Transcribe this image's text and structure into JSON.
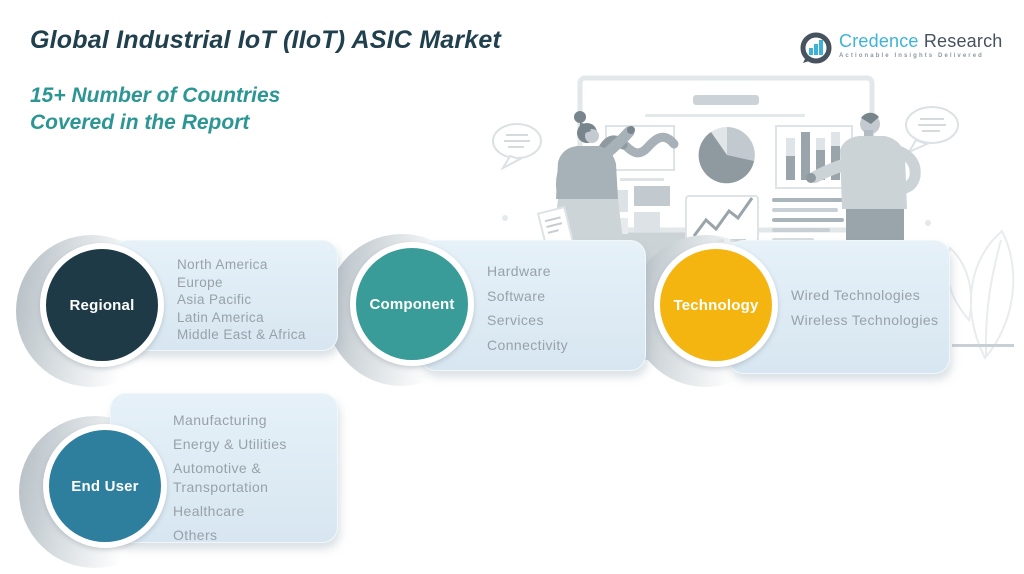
{
  "header": {
    "title": "Global Industrial IoT (IIoT) ASIC Market",
    "subtitle_line1": "15+ Number of Countries",
    "subtitle_line2": "Covered in the Report"
  },
  "logo": {
    "brand_primary": "Credence",
    "brand_secondary": "Research",
    "tagline": "Actionable Insights Delivered"
  },
  "badges": [
    {
      "label": "Regional",
      "circle_color": "#1d3a46",
      "items": [
        "North America",
        "Europe",
        "Asia Pacific",
        "Latin America",
        "Middle East & Africa"
      ]
    },
    {
      "label": "Component",
      "circle_color": "#399c98",
      "items": [
        "Hardware",
        "Software",
        "Services",
        "Connectivity"
      ]
    },
    {
      "label": "Technology",
      "circle_color": "#f5b511",
      "items": [
        "Wired Technologies",
        "Wireless Technologies"
      ]
    },
    {
      "label": "End User",
      "circle_color": "#2e7e9e",
      "items": [
        "Manufacturing",
        "Energy & Utilities",
        "Automotive & Transportation",
        "Healthcare",
        "Others"
      ]
    }
  ],
  "colors": {
    "title_text": "#20404e",
    "subtitle_text": "#2b9693",
    "panel_background": "#dce9f3",
    "list_text": "#98a1a8",
    "logo_blue": "#3db3d8",
    "logo_dark": "#46525e",
    "illustration_gray": "#aab4ba"
  },
  "illustration": {
    "icons": [
      "whiteboard",
      "line-chart-icon",
      "pie-chart-icon",
      "bar-chart-icon",
      "trend-chart-icon",
      "speech-bubble-icon",
      "presenter-woman",
      "presenter-man",
      "leaf-decoration"
    ]
  }
}
